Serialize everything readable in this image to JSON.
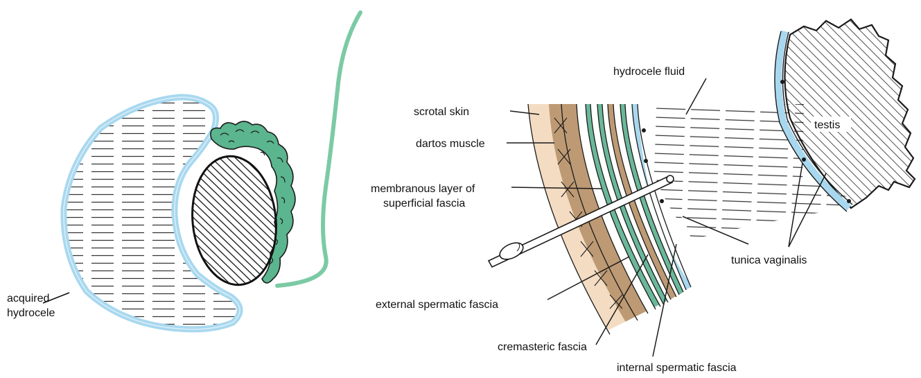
{
  "labels": {
    "acquired": "acquired",
    "hydrocele": "hydrocele",
    "scrotal_skin": "scrotal skin",
    "dartos_muscle": "dartos muscle",
    "membranous_1": "membranous layer of",
    "membranous_2": "superficial fascia",
    "hydrocele_fluid": "hydrocele fluid",
    "testis": "testis",
    "tunica_vaginalis": "tunica vaginalis",
    "external_spermatic_fascia": "external spermatic fascia",
    "cremasteric_fascia": "cremasteric fascia",
    "internal_spermatic_fascia": "internal spermatic fascia"
  },
  "colors": {
    "tunica_blue": "#a8d8ef",
    "epididymis_green": "#5bb58f",
    "cord_green": "#7ccaa5",
    "skin": "#f3dcc2",
    "dartos": "#bd9a74",
    "fascia_teal": "#6ab89a",
    "ink": "#1a1a1a"
  }
}
